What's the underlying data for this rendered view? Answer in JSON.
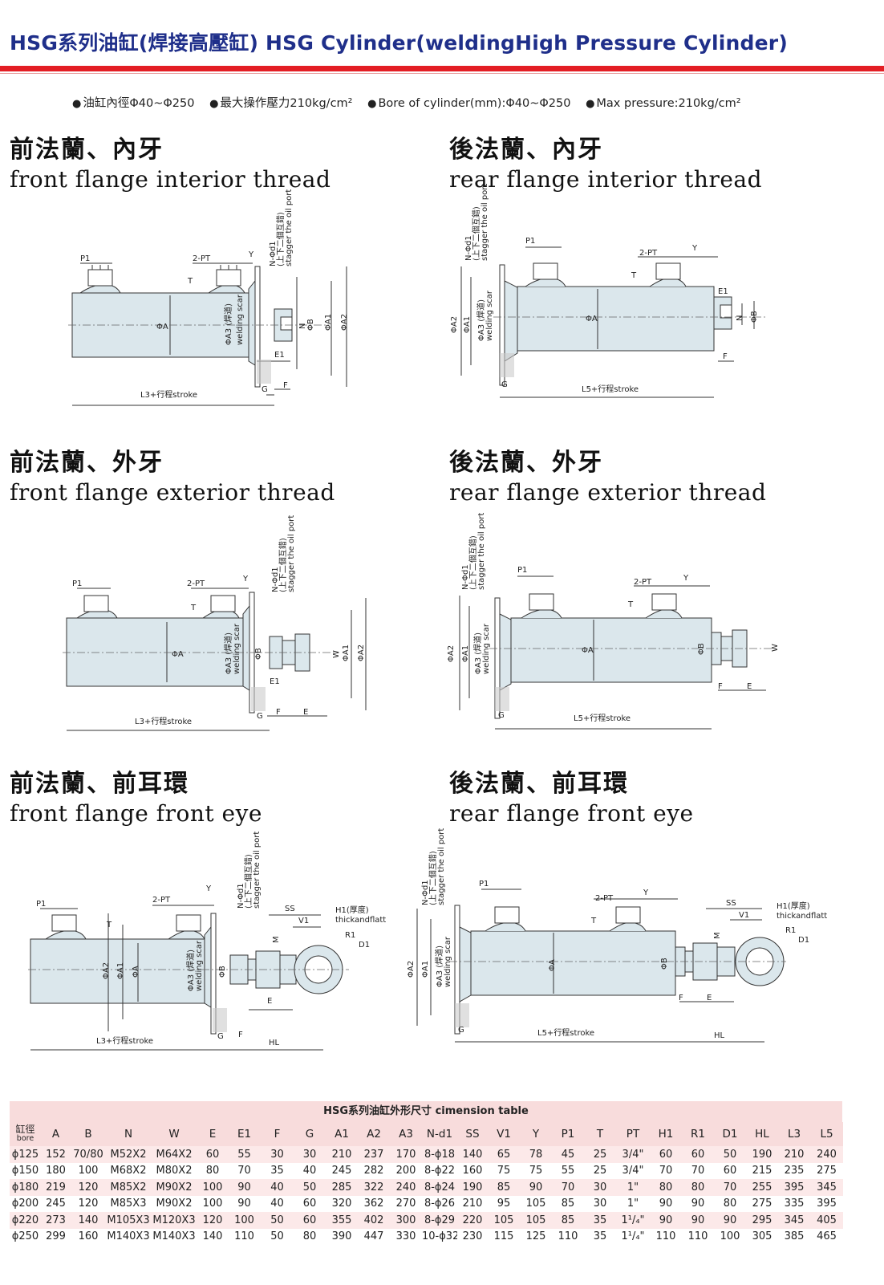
{
  "header": {
    "title": "HSG系列油缸(焊接高壓缸) HSG Cylinder(weldingHigh Pressure Cylinder)",
    "specs": [
      "油缸內徑Φ40~Φ250",
      "最大操作壓力210kg/cm²",
      "Bore of cylinder(mm):Φ40~Φ250",
      "Max pressure:210kg/cm²"
    ]
  },
  "sections": [
    {
      "zh": "前法蘭、內牙",
      "en": "front flange interior thread",
      "stroke_label": "L3+行程stroke"
    },
    {
      "zh": "後法蘭、內牙",
      "en": "rear  flange interior thread",
      "stroke_label": "L5+行程stroke"
    },
    {
      "zh": "前法蘭、外牙",
      "en": "front flange exterior thread",
      "stroke_label": "L3+行程stroke"
    },
    {
      "zh": "後法蘭、外牙",
      "en": "rear  flange exterior thread",
      "stroke_label": "L5+行程stroke"
    },
    {
      "zh": "前法蘭、前耳環",
      "en": "front flange front eye",
      "stroke_label": "L3+行程stroke"
    },
    {
      "zh": "後法蘭、前耳環",
      "en": "rear  flange front eye",
      "stroke_label": "L5+行程stroke"
    }
  ],
  "labels": {
    "p1": "P1",
    "pt": "2-PT",
    "y": "Y",
    "t": "T",
    "nd1": "N-Φd1",
    "stagger": "(上下二個互錯)",
    "stagger_en": "stagger the oil port",
    "phi_a": "ΦA",
    "phi_a1": "ΦA1",
    "phi_a2": "ΦA2",
    "phi_a3": "ΦA3 (焊道)",
    "welding_scar": "welding scar",
    "phi_b": "ΦB",
    "n": "N",
    "w": "W",
    "m": "M",
    "e": "E",
    "e1": "E1",
    "f": "F",
    "g": "G",
    "ss": "SS",
    "v1": "V1",
    "h1": "H1(厚度)",
    "thick": "thickandflatt",
    "r1": "R1",
    "d1": "D1",
    "hl": "HL"
  },
  "table": {
    "caption": "HSG系列油缸外形尺寸 cimension table",
    "bore_zh": "缸徑",
    "bore_en": "bore",
    "columns": [
      "A",
      "B",
      "N",
      "W",
      "E",
      "E1",
      "F",
      "G",
      "A1",
      "A2",
      "A3",
      "N-d1",
      "SS",
      "V1",
      "Y",
      "P1",
      "T",
      "PT",
      "H1",
      "R1",
      "D1",
      "HL",
      "L3",
      "L5"
    ],
    "rows": [
      [
        "ϕ125",
        "152",
        "70/80",
        "M52X2",
        "M64X2",
        "60",
        "55",
        "30",
        "30",
        "210",
        "237",
        "170",
        "8-ϕ18",
        "140",
        "65",
        "78",
        "45",
        "25",
        "3/4\"",
        "60",
        "60",
        "50",
        "190",
        "210",
        "240"
      ],
      [
        "ϕ150",
        "180",
        "100",
        "M68X2",
        "M80X2",
        "80",
        "70",
        "35",
        "40",
        "245",
        "282",
        "200",
        "8-ϕ22",
        "160",
        "75",
        "75",
        "55",
        "25",
        "3/4\"",
        "70",
        "70",
        "60",
        "215",
        "235",
        "275"
      ],
      [
        "ϕ180",
        "219",
        "120",
        "M85X2",
        "M90X2",
        "100",
        "90",
        "40",
        "50",
        "285",
        "322",
        "240",
        "8-ϕ24",
        "190",
        "85",
        "90",
        "70",
        "30",
        "1\"",
        "80",
        "80",
        "70",
        "255",
        "395",
        "345"
      ],
      [
        "ϕ200",
        "245",
        "120",
        "M85X3",
        "M90X2",
        "100",
        "90",
        "40",
        "60",
        "320",
        "362",
        "270",
        "8-ϕ26",
        "210",
        "95",
        "105",
        "85",
        "30",
        "1\"",
        "90",
        "90",
        "80",
        "275",
        "335",
        "395"
      ],
      [
        "ϕ220",
        "273",
        "140",
        "M105X3",
        "M120X3",
        "120",
        "100",
        "50",
        "60",
        "355",
        "402",
        "300",
        "8-ϕ29",
        "220",
        "105",
        "105",
        "85",
        "35",
        "1¹/₄\"",
        "90",
        "90",
        "90",
        "295",
        "345",
        "405"
      ],
      [
        "ϕ250",
        "299",
        "160",
        "M140X3",
        "M140X3",
        "140",
        "110",
        "50",
        "80",
        "390",
        "447",
        "330",
        "10-ϕ32",
        "230",
        "115",
        "125",
        "110",
        "35",
        "1¹/₄\"",
        "110",
        "110",
        "100",
        "305",
        "385",
        "465"
      ]
    ]
  },
  "colors": {
    "title_blue": "#1f2f8a",
    "rule_red": "#e31e24",
    "table_pink": "#f8dcdc",
    "cylinder_fill": "#dbe7ec"
  }
}
